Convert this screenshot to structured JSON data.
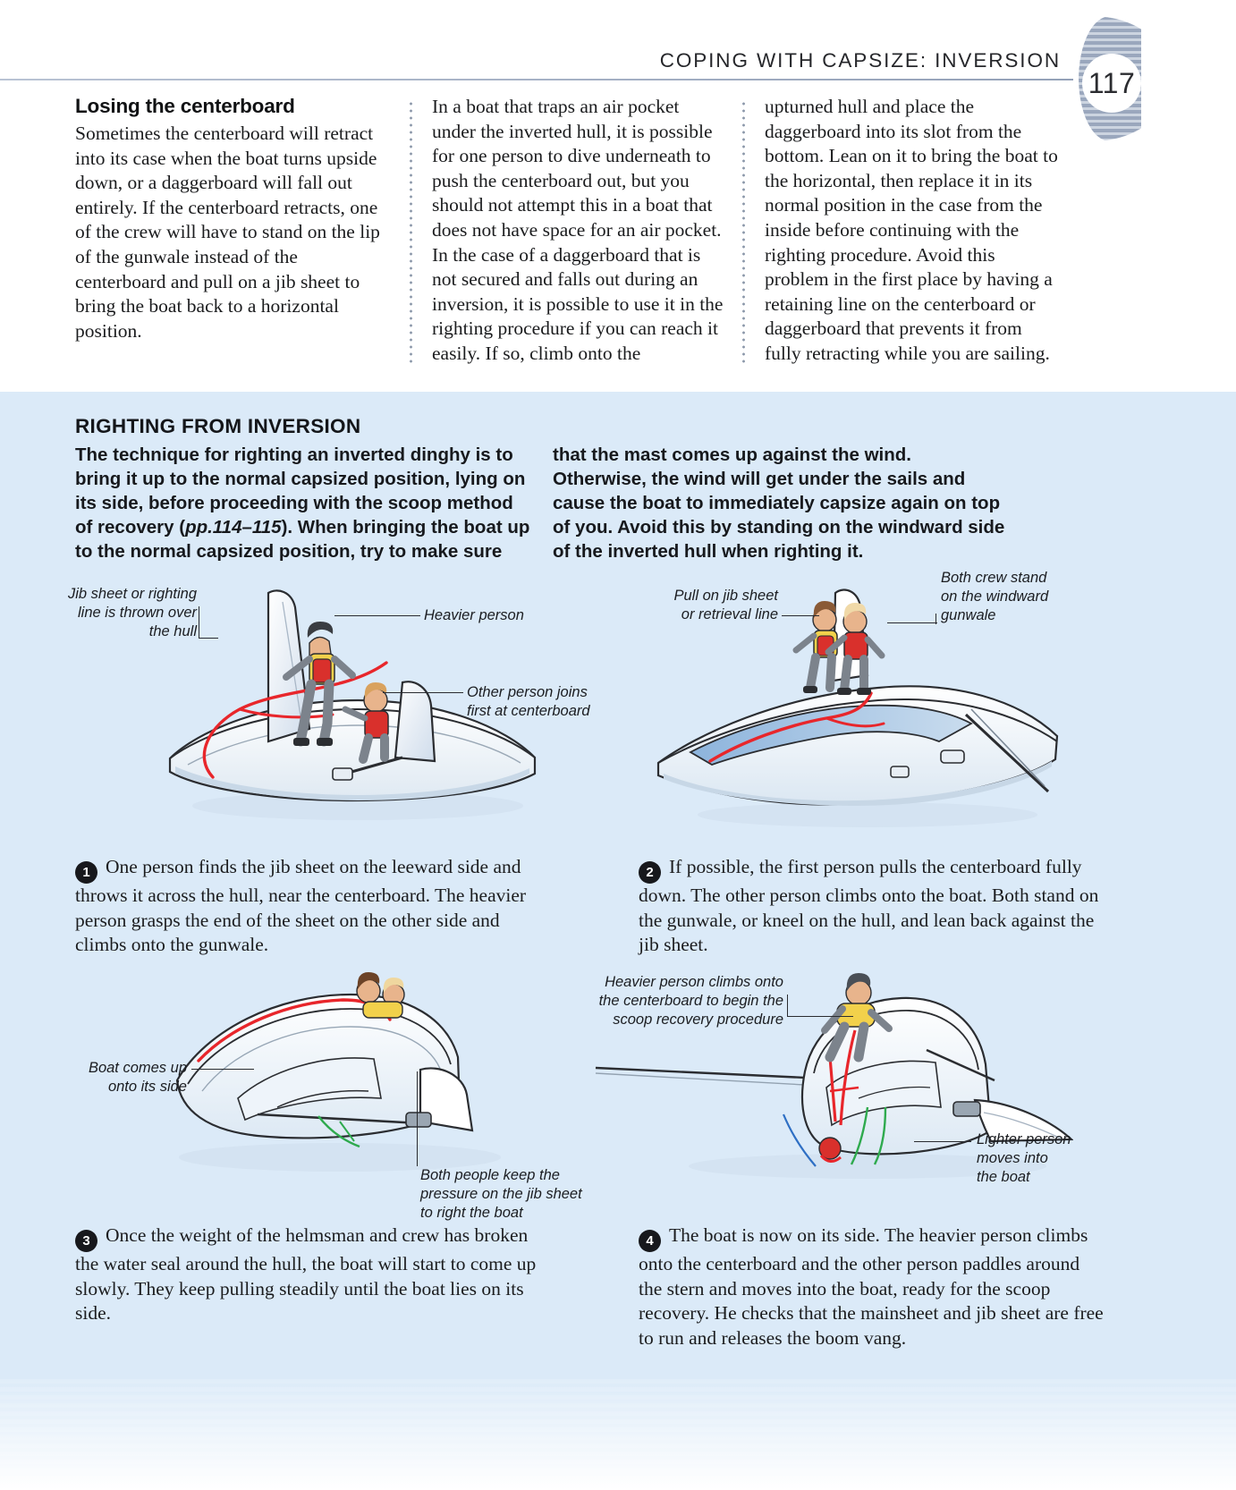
{
  "header": {
    "title": "COPING WITH CAPSIZE: INVERSION",
    "page_number": "117"
  },
  "top_columns": {
    "col1": {
      "heading": "Losing the centerboard",
      "text": "Sometimes the centerboard will retract into its case when the boat turns upside down, or a daggerboard will fall out entirely. If the centerboard retracts, one of the crew will have to stand on the lip of the gunwale instead of the centerboard and pull on a jib sheet to bring the boat back to a horizontal position."
    },
    "col2": {
      "text": "In a boat that traps an air pocket under the inverted hull, it is possible for one person to dive underneath to push the centerboard out, but you should not attempt this in a boat that does not have space for an air pocket. In the case of a daggerboard that is not secured and falls out during an inversion, it is possible to use it in the righting procedure if you can reach it easily. If so, climb onto the"
    },
    "col3": {
      "text": "upturned hull and place the daggerboard into its slot from the bottom. Lean on it to bring the boat to the horizontal, then replace it in its normal position in the case from the inside before continuing with the righting procedure. Avoid this problem in the first place by having a retaining line on the centerboard or daggerboard that prevents it from fully retracting while you are sailing."
    }
  },
  "panel": {
    "title": "RIGHTING FROM INVERSION",
    "intro_left_a": "The technique for righting an inverted dinghy is to bring it up to the normal capsized position, lying on its side, before proceeding with the scoop method of recovery (",
    "intro_left_italic": "pp.114–115",
    "intro_left_b": "). When bringing the boat up to the normal capsized position, try to make sure",
    "intro_right": "that the mast comes up against the wind. Otherwise, the wind will get under the sails and cause the boat to immediately capsize again on top of you. Avoid this by standing on the windward side of the inverted hull when righting it."
  },
  "figures": {
    "fig1": {
      "annotations": {
        "a": "Jib sheet or righting\nline is thrown over\nthe hull",
        "b": "Heavier person",
        "c": "Other person joins\nfirst at centerboard"
      }
    },
    "fig2": {
      "annotations": {
        "a": "Pull on jib sheet\nor retrieval line",
        "b": "Both crew stand\non the windward\ngunwale"
      }
    },
    "fig3": {
      "annotations": {
        "a": "Boat comes up\nonto its side",
        "b": "Both people keep the\npressure on the jib sheet\nto right the boat"
      }
    },
    "fig4": {
      "annotations": {
        "a": "Heavier person climbs onto\nthe centerboard to begin the\nscoop recovery procedure",
        "b": "Lighter person\nmoves into\nthe boat"
      }
    }
  },
  "steps": [
    {
      "number": "1",
      "text": "One person finds the jib sheet on the leeward side and throws it across the hull, near the centerboard. The heavier person grasps the end of the sheet on the other side and climbs onto the gunwale."
    },
    {
      "number": "2",
      "text": "If possible, the first person pulls the centerboard fully down. The other person climbs onto the boat. Both stand on the gunwale, or kneel on the hull, and lean back against the jib sheet."
    },
    {
      "number": "3",
      "text": "Once the weight of the helmsman and crew has broken the water seal around the hull, the boat will start to come up slowly. They keep pulling steadily until the boat lies on its side."
    },
    {
      "number": "4",
      "text": "The boat is now on its side. The heavier person climbs onto the centerboard and the other person paddles around the stern and moves into the boat, ready for the scoop recovery. He checks that the mainsheet and jib sheet are free to run and releases the boom vang."
    }
  ],
  "colors": {
    "panel_background": "#dbeaf8",
    "page_background": "#ffffff",
    "rope_red": "#e8262b",
    "hull_white": "#ffffff",
    "hull_shadow": "#c9d8e6",
    "lifejacket_yellow": "#f2d14b",
    "lifejacket_red": "#d9302c",
    "skin": "#e8b48c",
    "wetsuit_gray": "#7c838c",
    "ink": "#1b1c1e",
    "header_rule": "#9aa7bd"
  }
}
